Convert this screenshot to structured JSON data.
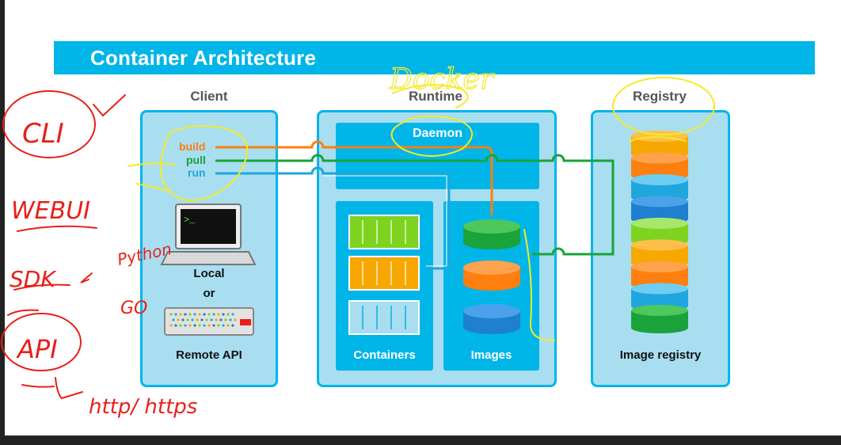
{
  "title": "Container Architecture",
  "columns": {
    "client": "Client",
    "runtime": "Runtime",
    "registry": "Registry"
  },
  "client": {
    "commands": [
      "build",
      "pull",
      "run"
    ],
    "terminal_prompt": ">_",
    "local": "Local",
    "or": "or",
    "remote": "Remote API"
  },
  "runtime": {
    "daemon": "Daemon",
    "containers": "Containers",
    "images": "Images"
  },
  "registry": {
    "label": "Image registry"
  },
  "colors": {
    "accent": "#00b5e8",
    "panel": "#a8def0",
    "build": "#ff7f0e",
    "pull": "#1aa33a",
    "run": "#1fa6dd",
    "annotation_red": "#e8201a",
    "annotation_yellow": "#f4ea28"
  },
  "handwritten_notes": {
    "cli": "CLI",
    "webui": "WEBUI",
    "sdk": "SDK",
    "python": "Python",
    "go": "GO",
    "api": "API",
    "http": "http/ https",
    "docker": "Docker"
  },
  "icons": [
    "laptop-icon",
    "server-icon",
    "container-icon",
    "image-disk-icon"
  ]
}
